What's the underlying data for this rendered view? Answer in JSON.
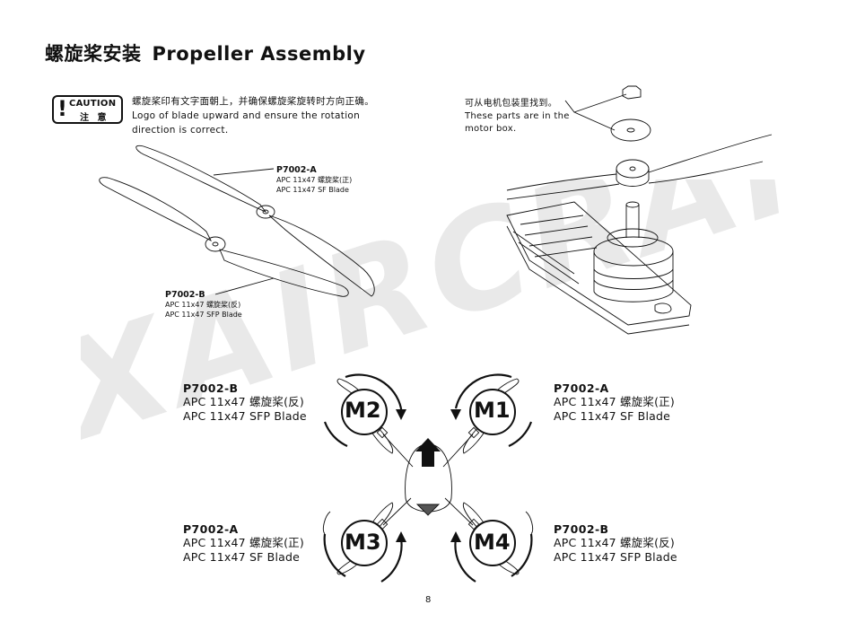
{
  "title": {
    "zh": "螺旋桨安装",
    "en": "Propeller Assembly"
  },
  "caution": {
    "en": "CAUTION",
    "zh": "注 意"
  },
  "notice": {
    "zh": "螺旋桨印有文字面朝上，并确保螺旋桨旋转时方向正确。",
    "en_line1": "Logo of blade upward and ensure the rotation",
    "en_line2": "direction is correct."
  },
  "motor_box_note": {
    "zh": "可从电机包装里找到。",
    "en_line1": "These parts are in the",
    "en_line2": "motor box."
  },
  "prop_a": {
    "code": "P7002-A",
    "zh": "APC 11x47 螺旋桨(正)",
    "en": "APC 11x47 SF Blade"
  },
  "prop_b": {
    "code": "P7002-B",
    "zh": "APC 11x47 螺旋桨(反)",
    "en": "APC 11x47 SFP Blade"
  },
  "motors": {
    "m1": {
      "label": "M1",
      "code": "P7002-A",
      "zh": "APC 11x47 螺旋桨(正)",
      "en": "APC 11x47 SF Blade"
    },
    "m2": {
      "label": "M2",
      "code": "P7002-B",
      "zh": "APC 11x47 螺旋桨(反)",
      "en": "APC 11x47 SFP Blade"
    },
    "m3": {
      "label": "M3",
      "code": "P7002-A",
      "zh": "APC 11x47 螺旋桨(正)",
      "en": "APC 11x47 SF Blade"
    },
    "m4": {
      "label": "M4",
      "code": "P7002-B",
      "zh": "APC 11x47 螺旋桨(反)",
      "en": "APC 11x47 SFP Blade"
    }
  },
  "watermark": "XAIRCRAFT",
  "page_number": "8"
}
